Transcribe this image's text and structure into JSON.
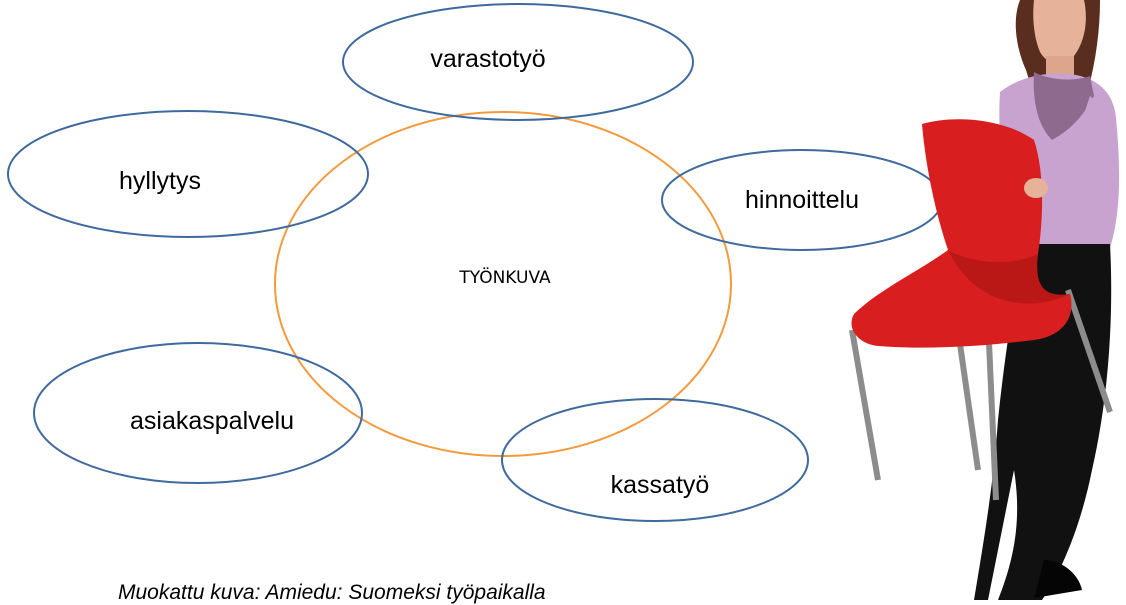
{
  "diagram": {
    "center_label": "TYÖNKUVA",
    "bubbles": {
      "varastotyo": "varastotyö",
      "hyllytys": "hyllytys",
      "hinnoittelu": "hinnoittelu",
      "asiakaspalvelu": "asiakaspalvelu",
      "kassatyo": "kassatyö"
    },
    "colors": {
      "center_outline": "#F39A3C",
      "bubble_outline": "#3F6A9E"
    }
  },
  "caption": "Muokattu kuva: Amiedu: Suomeksi työpaikalla",
  "photo": {
    "description_icon": "woman-carrying-red-chair-photo"
  }
}
